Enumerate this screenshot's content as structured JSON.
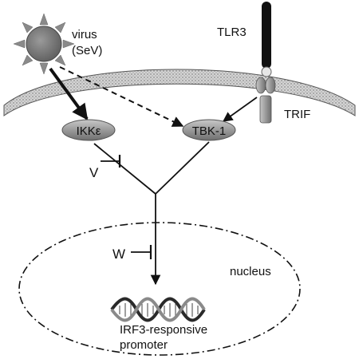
{
  "labels": {
    "virus_line1": "virus",
    "virus_line2": "(SeV)",
    "tlr3": "TLR3",
    "trif": "TRIF",
    "ikke": "IKKε",
    "tbk1": "TBK-1",
    "v": "V",
    "w": "W",
    "nucleus": "nucleus",
    "promoter_line1": "IRF3-responsive",
    "promoter_line2": "promoter"
  },
  "icons": {
    "virus": "virus-icon",
    "dna": "dna-helix-icon",
    "receptor": "tlr3-receptor-icon",
    "adaptor": "trif-adaptor-icon"
  },
  "colors": {
    "virus_body": "#7a7a7a",
    "membrane_fill": "#cfcfcf",
    "kinase_fill": "#9a9a9a",
    "receptor": "#111111",
    "trif_fill": "#a0a0a0",
    "line": "#111111"
  }
}
